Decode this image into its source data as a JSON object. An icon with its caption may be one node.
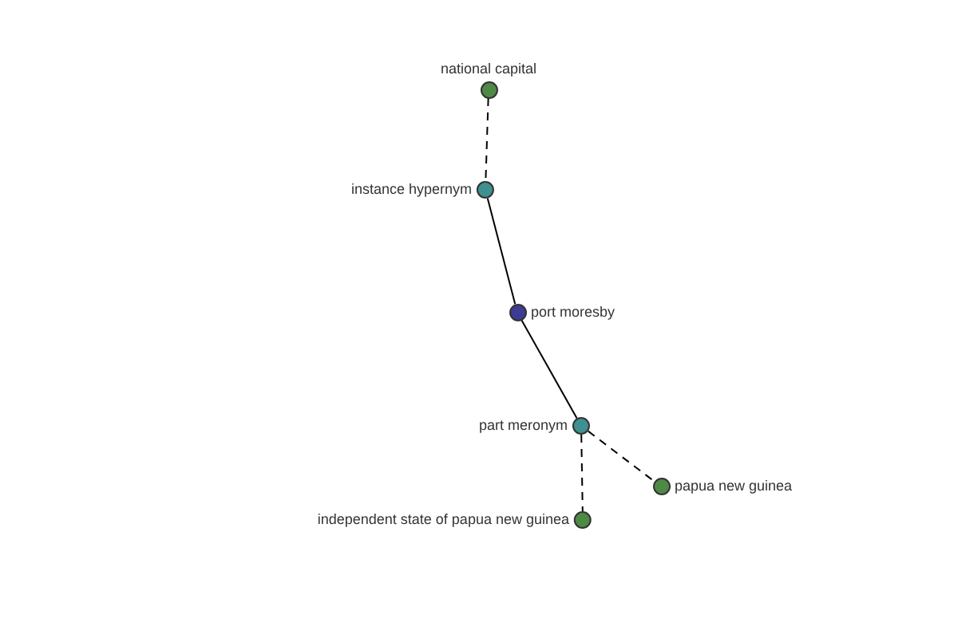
{
  "diagram": {
    "nodes": [
      {
        "text": [
          "national capital"
        ]
      },
      {
        "text": [
          "instance hypernym"
        ]
      },
      {
        "text": [
          "port moresby"
        ]
      },
      {
        "text": [
          "part meronym"
        ]
      },
      {
        "text": [
          "papua new guinea"
        ]
      },
      {
        "text": [
          "independent state of papua new guinea"
        ]
      }
    ],
    "edges": [
      {
        "from": 0,
        "to": 1,
        "arrow": "none",
        "style": "dashed"
      },
      {
        "from": 1,
        "to": 2,
        "arrow": "none"
      },
      {
        "from": 2,
        "to": 3,
        "arrow": "none"
      },
      {
        "from": 3,
        "to": 4,
        "arrow": "none",
        "style": "dashed"
      },
      {
        "from": 3,
        "to": 5,
        "arrow": "none",
        "style": "dashed"
      }
    ]
  }
}
